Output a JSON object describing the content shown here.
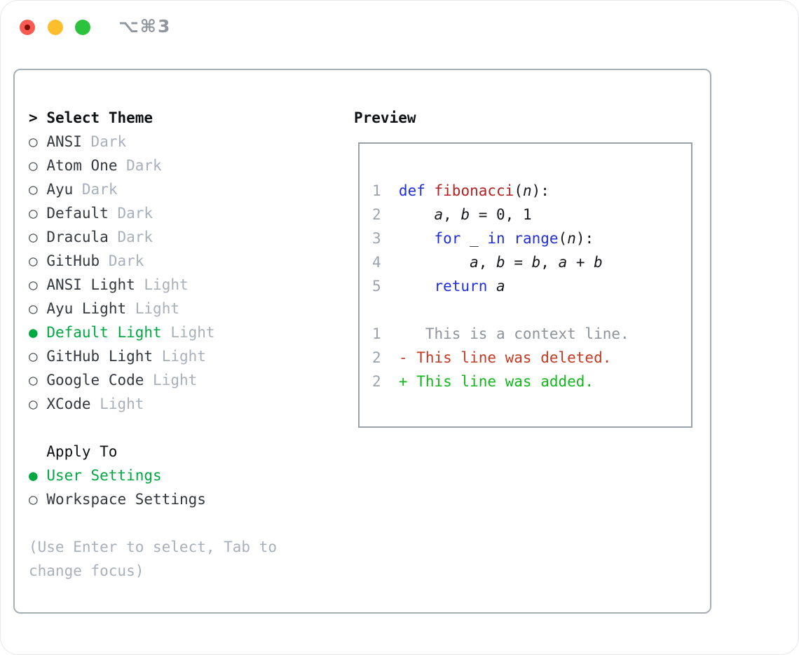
{
  "titlebar": {
    "title": "⌥⌘3",
    "buttons": [
      "close",
      "minimize",
      "zoom"
    ]
  },
  "colors": {
    "accent_green": "#00a841",
    "diff_added_green": "#12b71d",
    "diff_deleted_red": "#c43a23",
    "keyword_blue": "#1f2fe0",
    "function_red": "#b22222",
    "muted_gray": "#a8b0bb",
    "line_number_gray": "#9aa3af",
    "panel_border_gray": "#a6aeb8",
    "traffic_red": "#f75b52",
    "traffic_yellow": "#fcbe2c",
    "traffic_green": "#2bc23e"
  },
  "picker": {
    "prompt": ">",
    "title": "Select Theme",
    "themes": [
      {
        "name": "ANSI",
        "variant": "Dark",
        "selected": false
      },
      {
        "name": "Atom One",
        "variant": "Dark",
        "selected": false
      },
      {
        "name": "Ayu",
        "variant": "Dark",
        "selected": false
      },
      {
        "name": "Default",
        "variant": "Dark",
        "selected": false
      },
      {
        "name": "Dracula",
        "variant": "Dark",
        "selected": false
      },
      {
        "name": "GitHub",
        "variant": "Dark",
        "selected": false
      },
      {
        "name": "ANSI Light",
        "variant": "Light",
        "selected": false
      },
      {
        "name": "Ayu Light",
        "variant": "Light",
        "selected": false
      },
      {
        "name": "Default Light",
        "variant": "Light",
        "selected": true
      },
      {
        "name": "GitHub Light",
        "variant": "Light",
        "selected": false
      },
      {
        "name": "Google Code",
        "variant": "Light",
        "selected": false
      },
      {
        "name": "XCode",
        "variant": "Light",
        "selected": false
      }
    ],
    "bullet_unselected": "○",
    "bullet_selected": "●",
    "apply_to": {
      "title": "Apply To",
      "options": [
        {
          "label": "User Settings",
          "selected": true
        },
        {
          "label": "Workspace Settings",
          "selected": false
        }
      ]
    },
    "hint": "(Use Enter to select, Tab to\nchange focus)"
  },
  "preview": {
    "title": "Preview",
    "lines": [
      {
        "num": "",
        "tokens": []
      },
      {
        "num": "1",
        "tokens": [
          {
            "t": "def",
            "c": "kw"
          },
          {
            "t": " ",
            "c": "pl"
          },
          {
            "t": "fibonacci",
            "c": "fn"
          },
          {
            "t": "(",
            "c": "pl"
          },
          {
            "t": "n",
            "c": "var"
          },
          {
            "t": "):",
            "c": "pl"
          }
        ]
      },
      {
        "num": "2",
        "tokens": [
          {
            "t": "    ",
            "c": "pl"
          },
          {
            "t": "a",
            "c": "var"
          },
          {
            "t": ", ",
            "c": "pl"
          },
          {
            "t": "b",
            "c": "var"
          },
          {
            "t": " = 0, 1",
            "c": "pl"
          }
        ]
      },
      {
        "num": "3",
        "tokens": [
          {
            "t": "    ",
            "c": "pl"
          },
          {
            "t": "for",
            "c": "kw"
          },
          {
            "t": " _ ",
            "c": "pl"
          },
          {
            "t": "in",
            "c": "kw"
          },
          {
            "t": " ",
            "c": "pl"
          },
          {
            "t": "range",
            "c": "kw"
          },
          {
            "t": "(",
            "c": "pl"
          },
          {
            "t": "n",
            "c": "var"
          },
          {
            "t": "):",
            "c": "pl"
          }
        ]
      },
      {
        "num": "4",
        "tokens": [
          {
            "t": "        ",
            "c": "pl"
          },
          {
            "t": "a",
            "c": "var"
          },
          {
            "t": ", ",
            "c": "pl"
          },
          {
            "t": "b",
            "c": "var"
          },
          {
            "t": " = ",
            "c": "pl"
          },
          {
            "t": "b",
            "c": "var"
          },
          {
            "t": ", ",
            "c": "pl"
          },
          {
            "t": "a",
            "c": "var"
          },
          {
            "t": " + ",
            "c": "pl"
          },
          {
            "t": "b",
            "c": "var"
          }
        ]
      },
      {
        "num": "5",
        "tokens": [
          {
            "t": "    ",
            "c": "pl"
          },
          {
            "t": "return",
            "c": "kw"
          },
          {
            "t": " ",
            "c": "pl"
          },
          {
            "t": "a",
            "c": "var"
          }
        ]
      },
      {
        "num": "",
        "tokens": []
      },
      {
        "num": "1",
        "tokens": [
          {
            "t": "   This is a context line.",
            "c": "ctx"
          }
        ]
      },
      {
        "num": "2",
        "tokens": [
          {
            "t": "- This line was deleted.",
            "c": "del"
          }
        ]
      },
      {
        "num": "2",
        "tokens": [
          {
            "t": "+ This line was added.",
            "c": "add"
          }
        ]
      }
    ]
  }
}
